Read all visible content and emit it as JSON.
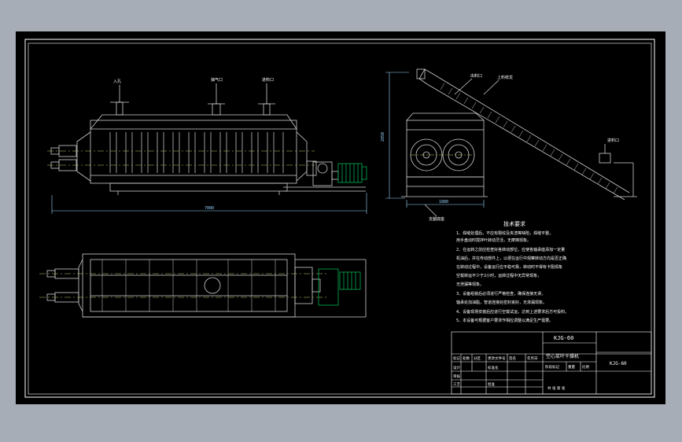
{
  "colors": {
    "background": "#a6adb6",
    "canvas": "#000000",
    "line": "#ffffff",
    "structure": "#b8b8b8",
    "dim": "#9ad5ff",
    "motor": "#00b050",
    "center": "#c7c76a"
  },
  "front_view": {
    "labels": {
      "inlet": "入孔",
      "vent": "抽气口",
      "outlet": "进料口"
    },
    "length_dim": "7080"
  },
  "side_view": {
    "labels": {
      "discharge": "出料口",
      "conveyor": "上料绞龙",
      "screw_inlet": "进料口",
      "base": "支腿底座"
    },
    "height_dim": "2850",
    "width_dim": "1880"
  },
  "tech_requirements": {
    "title": "技术要求",
    "lines": [
      "1、焊缝处理后，不应有裂纹及夹渣等缺陷，焊缝平整，",
      "   用手盘动时搅拌叶转动灵活，无摩擦现象。",
      "2、在运转之前应检查好各转动部位，应使各轴承座添加一定量",
      "   机油后，并在传动部件上，以便在运行中观察转动方向是否正确",
      "   在转动过程中，设备运行应平稳可靠，转动时不得有卡阻现象",
      "   空载转运不少于2小时，运转过程中无异常现象，",
      "   无泄漏等现象。",
      "3、设备组装后必须进行严格检查，确保连接无误，",
      "   轴承处加油脂，管道连接处密封良好，无渗漏现象。",
      "4、设备现场安装后应进行空载试运，达到上述要求后方可投料。",
      "5、本设备可根据客户要求作相应调整以满足生产需要。"
    ]
  },
  "title_block": {
    "model": "KJG-60",
    "drawing_no": "KJG-60",
    "name": "空心浆叶干燥机",
    "header_cells": [
      "标记",
      "处数",
      "分区",
      "更改文件号",
      "签名",
      "年月日"
    ],
    "col_labels": [
      "阶段标记",
      "重量",
      "比例"
    ],
    "designer": "设计",
    "standardizer": "标准化",
    "reviewer": "审核",
    "process": "工艺",
    "approver": "批准",
    "sheet_label": "共 张  第 张"
  }
}
